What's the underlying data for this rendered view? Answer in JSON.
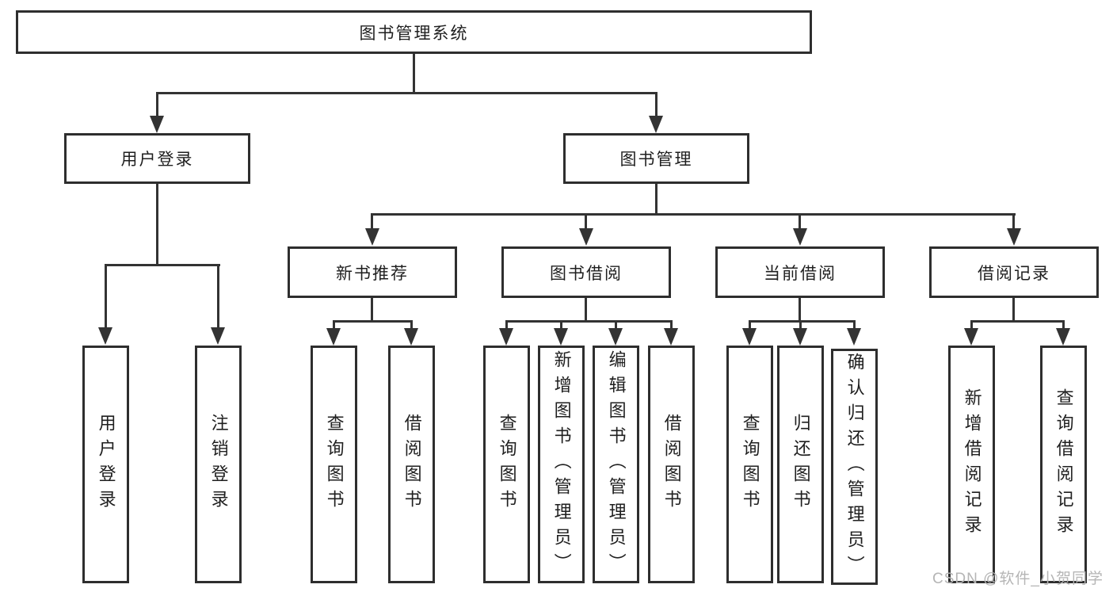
{
  "diagram_title": "图书管理系统",
  "watermark": {
    "text": "CSDN @软件_小贺同学"
  },
  "colors": {
    "line": "#333333",
    "box_border": "#2e2e2e",
    "text": "#1f1f1f",
    "background": "#ffffff",
    "watermark": "#b5b5b5"
  },
  "tree": {
    "root": {
      "label": "图书管理系统",
      "children": [
        {
          "label": "用户登录",
          "children": [
            {
              "label": "用户登录"
            },
            {
              "label": "注销登录"
            }
          ]
        },
        {
          "label": "图书管理",
          "children": [
            {
              "label": "新书推荐",
              "children": [
                {
                  "label": "查询图书"
                },
                {
                  "label": "借阅图书"
                }
              ]
            },
            {
              "label": "图书借阅",
              "children": [
                {
                  "label": "查询图书"
                },
                {
                  "label": "新增图书（管理员）"
                },
                {
                  "label": "编辑图书（管理员）"
                },
                {
                  "label": "借阅图书"
                }
              ]
            },
            {
              "label": "当前借阅",
              "children": [
                {
                  "label": "查询图书"
                },
                {
                  "label": "归还图书"
                },
                {
                  "label": "确认归还（管理员）"
                }
              ]
            },
            {
              "label": "借阅记录",
              "children": [
                {
                  "label": "新增借阅记录"
                },
                {
                  "label": "查询借阅记录"
                }
              ]
            }
          ]
        }
      ]
    }
  }
}
